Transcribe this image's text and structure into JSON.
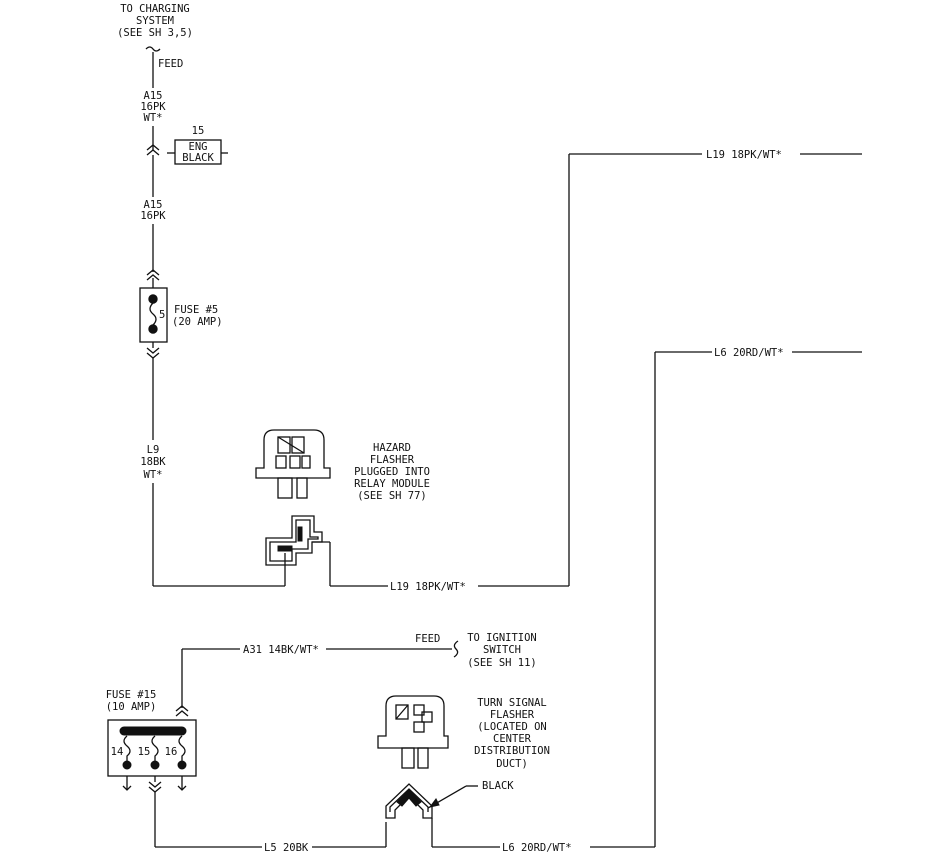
{
  "labels": {
    "charging_line1": "TO CHARGING",
    "charging_line2": "SYSTEM",
    "charging_line3": "(SEE SH 3,5)",
    "feed_top": "FEED",
    "a15_top_1": "A15",
    "a15_top_2": "16PK",
    "a15_top_3": "WT*",
    "eng_num": "15",
    "eng_1": "ENG",
    "eng_2": "BLACK",
    "a15_mid_1": "A15",
    "a15_mid_2": "16PK",
    "fuse5_num": "5",
    "fuse5_1": "FUSE #5",
    "fuse5_2": "(20 AMP)",
    "l9_1": "L9",
    "l9_2": "18BK",
    "l9_3": "WT*",
    "hazard_1": "HAZARD",
    "hazard_2": "FLASHER",
    "hazard_3": "PLUGGED INTO",
    "hazard_4": "RELAY MODULE",
    "hazard_5": "(SEE SH 77)",
    "l19_lower": "L19 18PK/WT*",
    "l19_upper": "L19 18PK/WT*",
    "l6_upper": "L6 20RD/WT*",
    "a31": "A31 14BK/WT*",
    "feed_lower": "FEED",
    "ign_1": "TO IGNITION",
    "ign_2": "SWITCH",
    "ign_3": "(SEE SH 11)",
    "fuse15_1": "FUSE #15",
    "fuse15_2": "(10 AMP)",
    "term_14": "14",
    "term_15": "15",
    "term_16": "16",
    "turn_1": "TURN SIGNAL",
    "turn_2": "FLASHER",
    "turn_3": "(LOCATED ON",
    "turn_4": "CENTER",
    "turn_5": "DISTRIBUTION",
    "turn_6": "DUCT)",
    "black": "BLACK",
    "l5": "L5 20BK",
    "l6_lower": "L6 20RD/WT*"
  }
}
